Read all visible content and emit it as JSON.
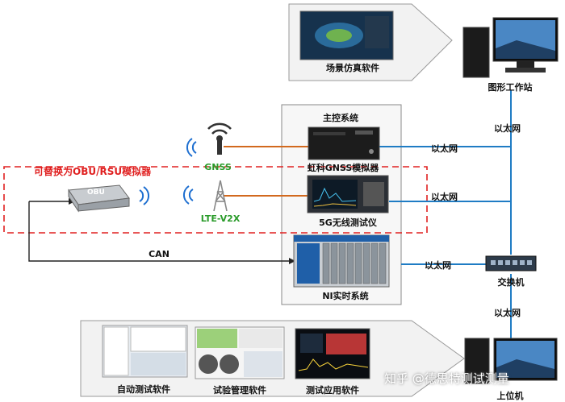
{
  "labels": {
    "scene_sim": "场景仿真软件",
    "graphics_ws": "图形工作站",
    "main_control": "主控系统",
    "gnss_sim": "虹科GNSS模拟器",
    "gnss": "GNSS",
    "lte": "LTE-V2X",
    "wireless_tester": "5G无线测试仪",
    "ni_rt": "NI实时系统",
    "obu_replace": "可替换为OBU/RSU模拟器",
    "obu": "OBU",
    "can": "CAN",
    "ethernet": "以太网",
    "switch": "交换机",
    "auto_test_sw": "自动测试软件",
    "trial_mgmt_sw": "试验管理软件",
    "test_app_sw": "测试应用软件",
    "host_pc": "上位机",
    "watermark": "知乎 @德思特测试测量"
  },
  "colors": {
    "gnss_green": "#2a9b2a",
    "lte_green": "#2a9b2a",
    "obu_red": "#e02020",
    "ethernet_blue": "#1f7cc4",
    "rf_orange": "#d2691e",
    "dash_red": "#e02020",
    "wifi_blue": "#1e6fd0"
  }
}
